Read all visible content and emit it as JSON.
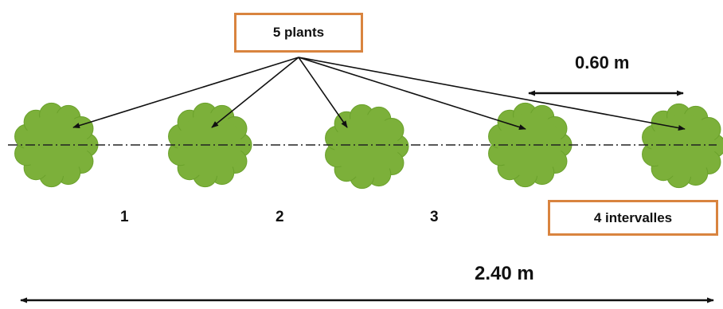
{
  "labels": {
    "plants_box": "5 plants",
    "intervals_box": "4 intervalles",
    "spacing": "0.60 m",
    "total_length": "2.40 m",
    "numbers": [
      "1",
      "2",
      "3"
    ]
  },
  "colors": {
    "plant_fill": "#7cb03a",
    "plant_outline": "#6aa12b",
    "box_border": "#d9843f",
    "arrow": "#111111"
  }
}
